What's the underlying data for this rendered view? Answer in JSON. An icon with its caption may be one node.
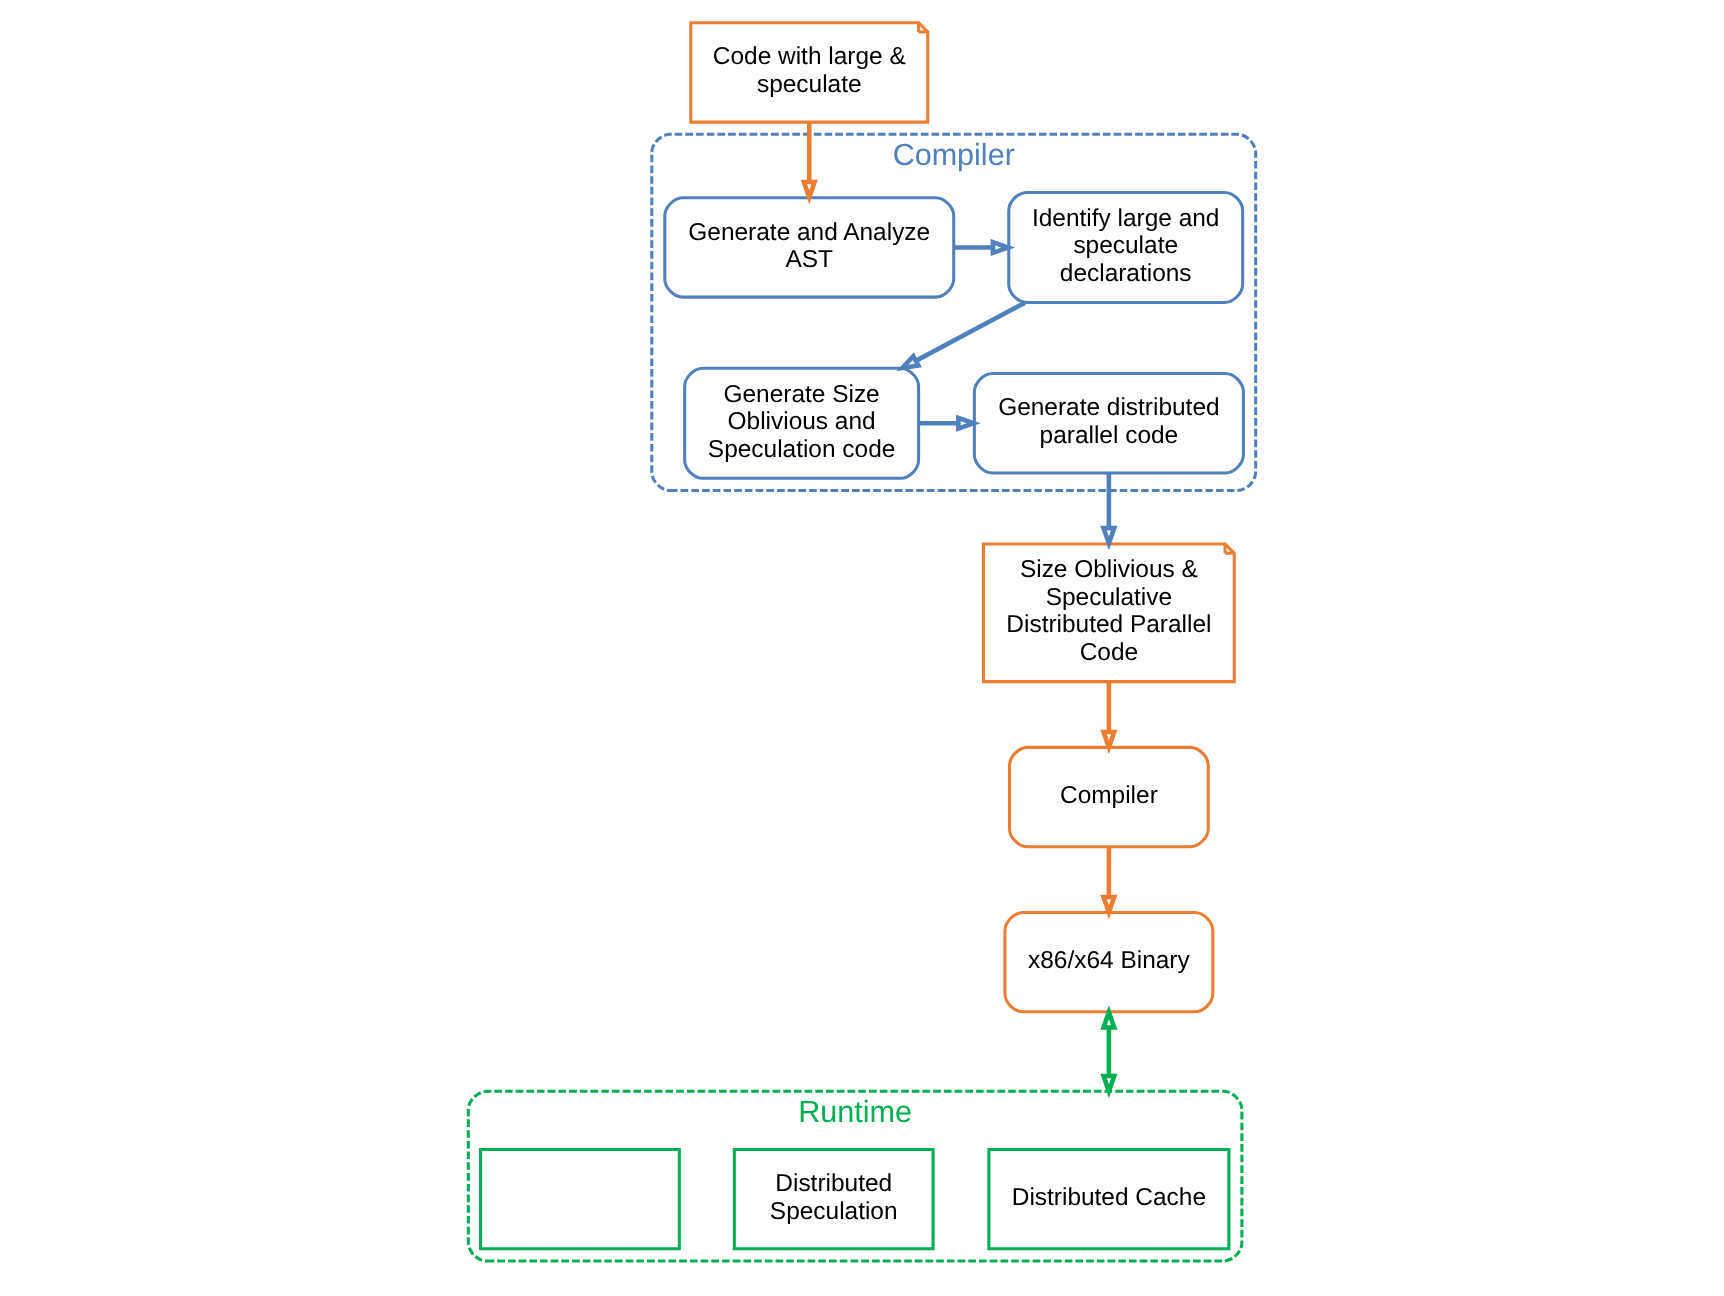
{
  "diagram": {
    "nodes": [
      {
        "text": [
          "Code with large & speculate"
        ]
      },
      {
        "text": [
          "Compiler"
        ]
      },
      {
        "text": [
          "Generate and Analyze AST"
        ],
        "in": 1
      },
      {
        "text": [
          "Identify large and speculate declarations"
        ],
        "in": 1
      },
      {
        "text": [
          "Generate Size Oblivious and Speculation code"
        ],
        "in": 1
      },
      {
        "text": [
          "Generate distributed parallel code"
        ],
        "in": 1
      },
      {
        "text": [
          "Size Oblivious & Speculative Distributed Parallel Code"
        ]
      },
      {
        "text": [
          "Compiler"
        ]
      },
      {
        "text": [
          "x86/x64 Binary"
        ]
      },
      {
        "text": [
          "Runtime"
        ]
      },
      {
        "text": [
          "Distributed Cache"
        ],
        "in": 9
      },
      {
        "text": [
          "Distributed Speculation"
        ],
        "in": 9
      },
      {
        "text": [],
        "shape": "box",
        "in": 9
      }
    ],
    "edges": [
      {
        "from": 0,
        "to": 2,
        "arrow": "to",
        "color": "#ed7d31"
      },
      {
        "from": 2,
        "to": 3,
        "arrow": "to"
      },
      {
        "from": 3,
        "to": 4,
        "arrow": "to"
      },
      {
        "from": 4,
        "to": 5,
        "arrow": "to"
      },
      {
        "from": 5,
        "to": 6,
        "arrow": "to"
      },
      {
        "from": 6,
        "to": 7,
        "arrow": "to",
        "color": "#ed7d31"
      },
      {
        "from": 7,
        "to": 8,
        "arrow": "to",
        "color": "#ed7d31"
      },
      {
        "from": 8,
        "to": 9,
        "arrow": "both",
        "color": "#00b050"
      }
    ]
  }
}
